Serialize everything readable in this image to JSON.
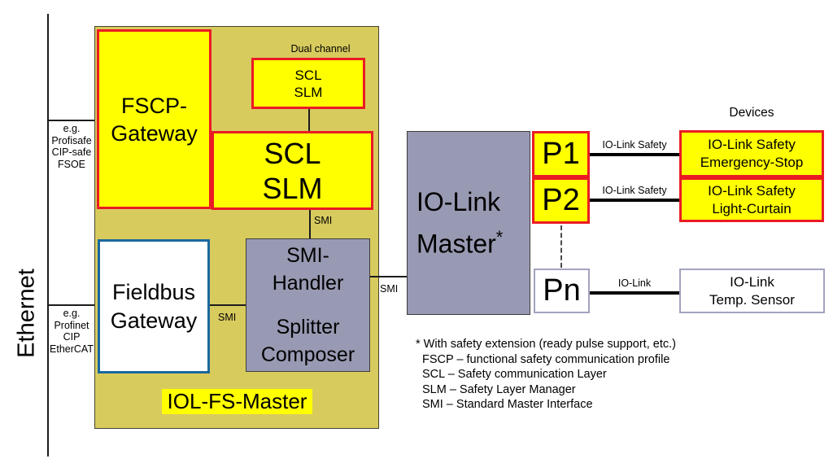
{
  "colors": {
    "tan": "#d8cb5e",
    "yellow": "#ffff00",
    "gray": "#9899b2",
    "red": "#ea1b24",
    "blue": "#1a689d",
    "lite": "#a3a3c0"
  },
  "ethernet": {
    "label": "Ethernet"
  },
  "protocol_notes": {
    "safety": [
      "e.g.",
      "Profisafe",
      "CIP-safe",
      "FSOE"
    ],
    "standard": [
      "e.g.",
      "Profinet",
      "CIP",
      "EtherCAT"
    ]
  },
  "iol_fs_master": {
    "title": "IOL-FS-Master",
    "fscp_gateway": [
      "FSCP-",
      "Gateway"
    ],
    "dual_channel": "Dual channel",
    "scl_slm_small": [
      "SCL",
      "SLM"
    ],
    "scl_slm_large": [
      "SCL",
      "SLM"
    ],
    "fieldbus_gateway": [
      "Fieldbus",
      "Gateway"
    ],
    "smi_handler": [
      "SMI-",
      "Handler",
      "Splitter",
      "Composer"
    ],
    "smi_labels": [
      "SMI",
      "SMI",
      "SMI"
    ]
  },
  "io_link_master": {
    "line1": "IO-Link",
    "line2": "Master",
    "footnote_marker": "*"
  },
  "ports": {
    "p1": "P1",
    "p2": "P2",
    "pn": "Pn"
  },
  "links": {
    "p1": "IO-Link Safety",
    "p2": "IO-Link Safety",
    "pn": "IO-Link"
  },
  "devices": {
    "title": "Devices",
    "emergency_stop": [
      "IO-Link Safety",
      "Emergency-Stop"
    ],
    "light_curtain": [
      "IO-Link Safety",
      "Light-Curtain"
    ],
    "temp_sensor": [
      "IO-Link",
      "Temp. Sensor"
    ]
  },
  "footnotes": [
    "* With safety extension (ready pulse support, etc.)",
    "FSCP – functional safety communication profile",
    "SCL – Safety communication Layer",
    "SLM – Safety Layer Manager",
    "SMI – Standard Master Interface"
  ]
}
